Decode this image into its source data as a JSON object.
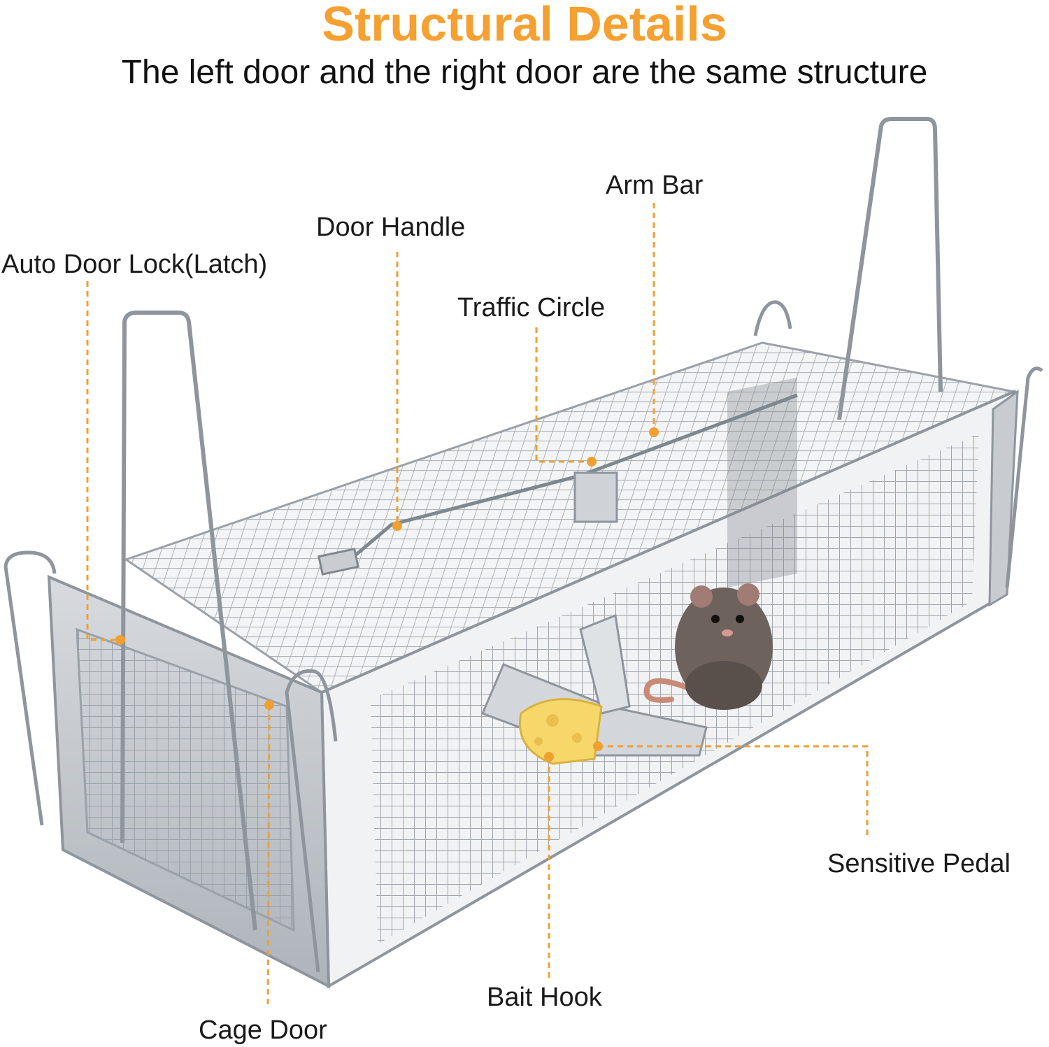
{
  "header": {
    "title": "Structural Details",
    "subtitle": "The left door and the right door are the same structure"
  },
  "callouts": {
    "auto_door_lock": "Auto Door Lock(Latch)",
    "door_handle": "Door Handle",
    "arm_bar": "Arm Bar",
    "traffic_circle": "Traffic Circle",
    "sensitive_pedal": "Sensitive Pedal",
    "bait_hook": "Bait Hook",
    "cage_door": "Cage Door"
  },
  "colors": {
    "accent": "#F5A030",
    "leader": "#F0A030",
    "metal": "#B9BEC4",
    "metal_dark": "#8E959C",
    "wire": "#9AA1A8",
    "text": "#1A1A1A"
  },
  "icons": {
    "product": "rodent-cage-trap-photo",
    "animal": "rat-photo",
    "bait": "cheese-photo"
  }
}
